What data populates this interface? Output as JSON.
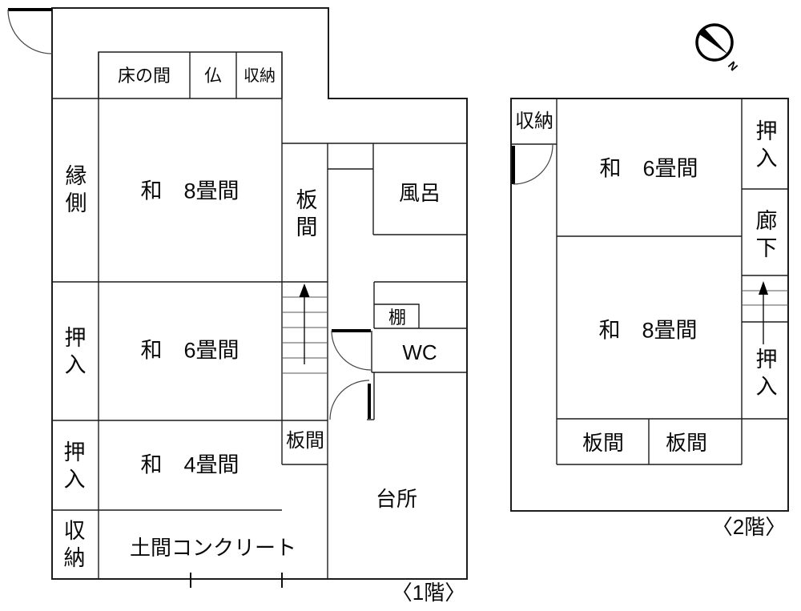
{
  "compass": {
    "north_label": "N"
  },
  "floor1": {
    "caption": "〈1階〉",
    "rooms": {
      "tokonoma": "床の間",
      "butsudan": "仏",
      "shunou_top": "収納",
      "engawa": "縁側",
      "washitsu8": "和　8畳間",
      "itanoma_tall": "板間",
      "furo": "風呂",
      "oshiire_mid": "押入",
      "washitsu6": "和　6畳間",
      "tana": "棚",
      "wc": "WC",
      "oshiire_low": "押入",
      "washitsu4": "和　4畳間",
      "itanoma_small": "板間",
      "shunou_bottom": "収納",
      "doma": "土間コンクリート",
      "daidokoro": "台所"
    }
  },
  "floor2": {
    "caption": "〈2階〉",
    "rooms": {
      "shunou": "収納",
      "washitsu6": "和　6畳間",
      "oshiire_top": "押入",
      "rouka": "廊下",
      "washitsu8": "和　8畳間",
      "oshiire_bottom": "押入",
      "itanoma_left": "板間",
      "itanoma_right": "板間"
    }
  }
}
